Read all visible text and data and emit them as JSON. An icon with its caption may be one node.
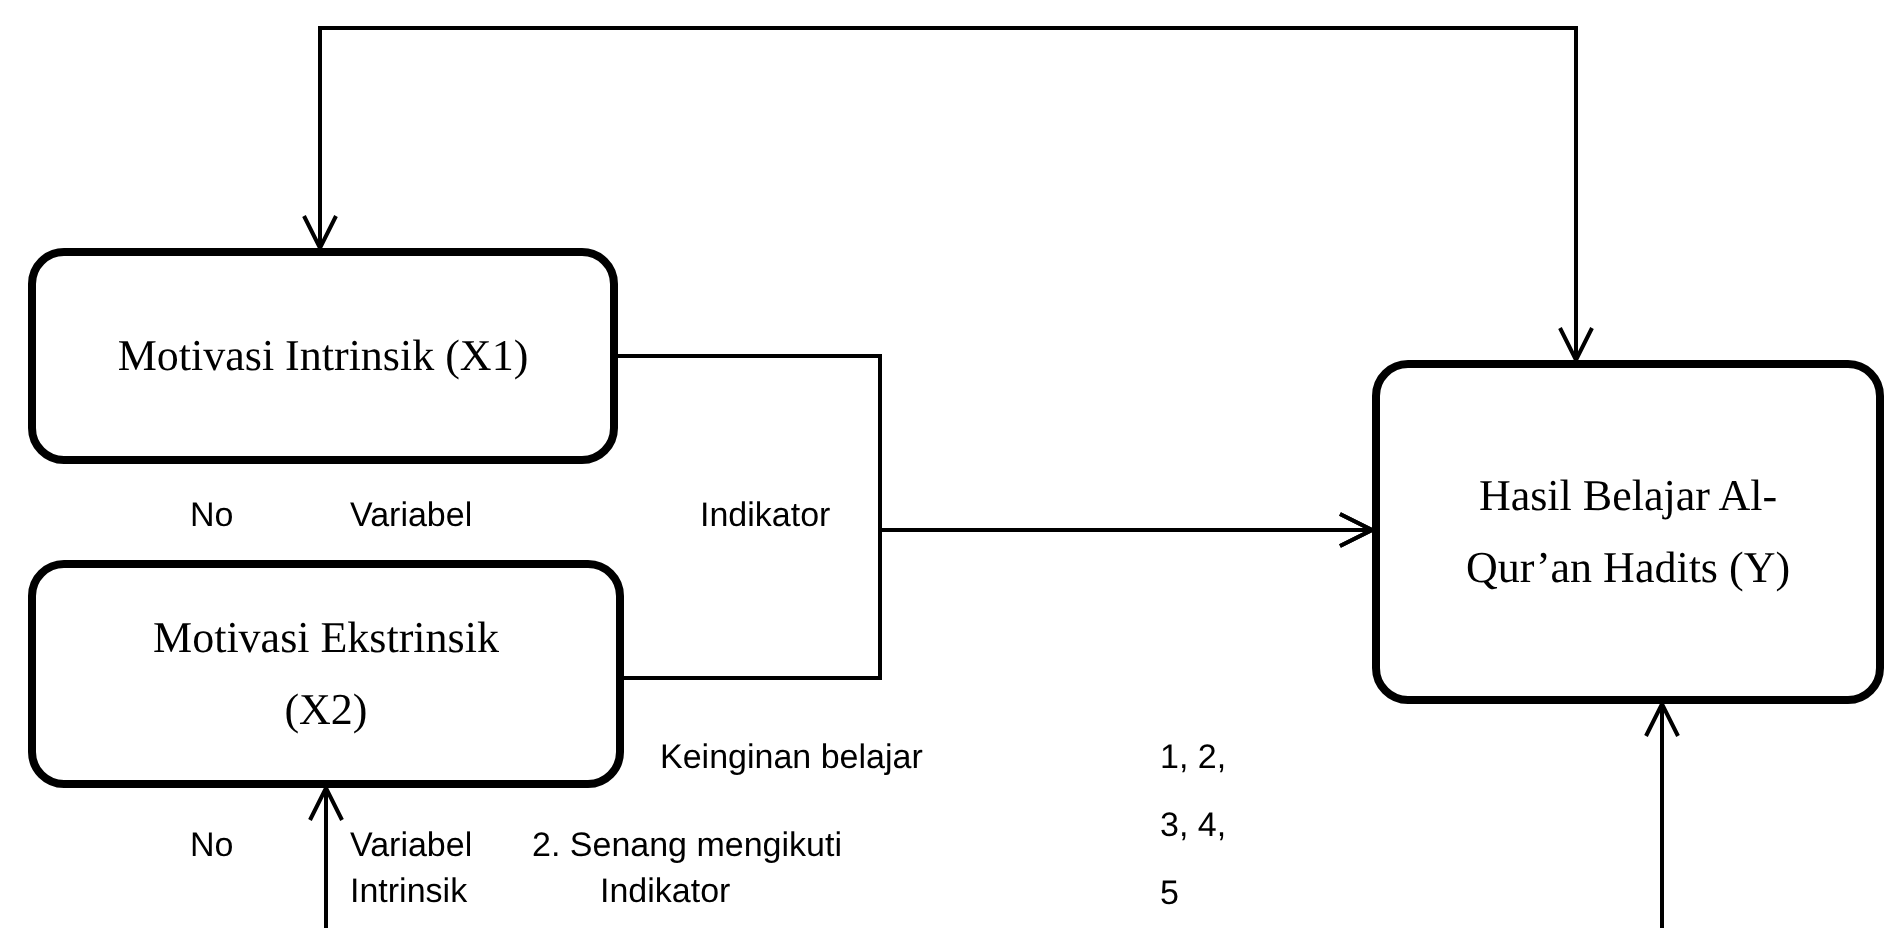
{
  "diagram": {
    "nodes": [
      {
        "text": [
          "Motivasi Intrinsik (X1)"
        ]
      },
      {
        "text": [
          "Motivasi Ekstrinsik (X2)"
        ]
      },
      {
        "text": [
          "Hasil Belajar Al-Qur’an Hadits (Y)"
        ]
      }
    ],
    "edges": [
      {
        "from": 0,
        "to": 2,
        "arrow": "to"
      },
      {
        "from": 1,
        "to": 2,
        "arrow": "to"
      },
      {
        "from": 0,
        "to": 2,
        "arrow": "both"
      },
      {
        "from": null,
        "to": 1,
        "arrow": "to"
      },
      {
        "from": null,
        "to": 2,
        "arrow": "to"
      }
    ],
    "labels": [
      "No",
      "Variabel",
      "Indikator",
      "Keinginan belajar",
      "1, 2,",
      "No",
      "Variabel",
      "2. Senang mengikuti",
      "3, 4,",
      "Intrinsik",
      "Indikator",
      "5"
    ]
  }
}
